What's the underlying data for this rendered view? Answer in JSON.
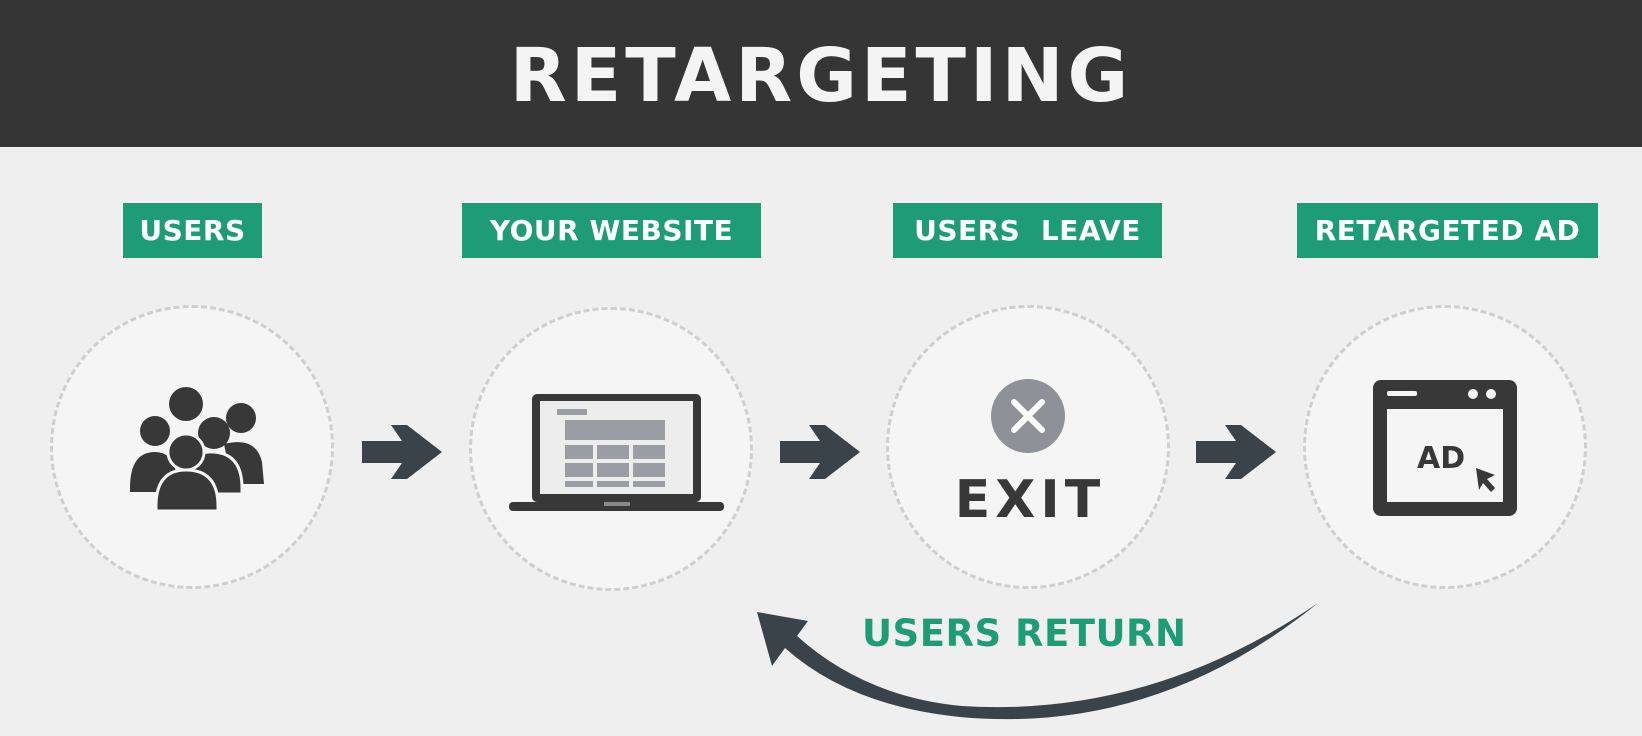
{
  "title": "RETARGETING",
  "colors": {
    "header_bg": "#353535",
    "badge_bg": "#1e9c76",
    "accent_text": "#1e9c76",
    "icon_dark": "#383838",
    "arrow": "#3b434a"
  },
  "steps": [
    {
      "label": "USERS",
      "icon": "users-group-icon"
    },
    {
      "label": "YOUR WEBSITE",
      "icon": "laptop-website-icon"
    },
    {
      "label": "USERS  LEAVE",
      "icon": "exit-x-icon"
    },
    {
      "label": "RETARGETED AD",
      "icon": "browser-ad-icon"
    }
  ],
  "exit_text": "EXIT",
  "ad_text": "AD",
  "return_label": "USERS RETURN"
}
